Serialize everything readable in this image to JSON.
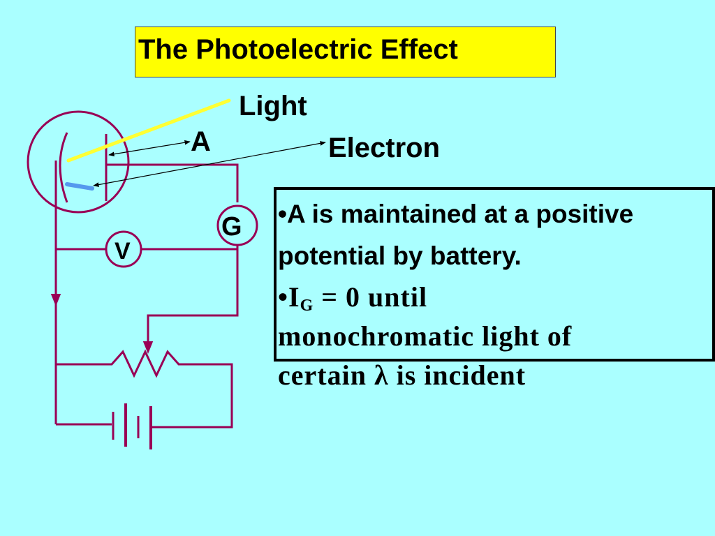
{
  "title": "The Photoelectric Effect",
  "labels": {
    "light": "Light",
    "anode": "A",
    "electron": "Electron",
    "galvanometer": "G",
    "voltmeter": "V"
  },
  "notes": {
    "bullet": "•",
    "line1": "A is maintained at a positive",
    "line2": "potential by battery.",
    "line3_pre": "I",
    "line3_sub": "G",
    "line3_post": " = 0 until",
    "line4": "monochromatic light of",
    "line5": "certain λ is incident"
  },
  "colors": {
    "background": "#aaffff",
    "title_bg": "#ffff00",
    "wire": "#990055",
    "light_ray": "#ffff33",
    "electron_arrow": "#5599ee"
  }
}
